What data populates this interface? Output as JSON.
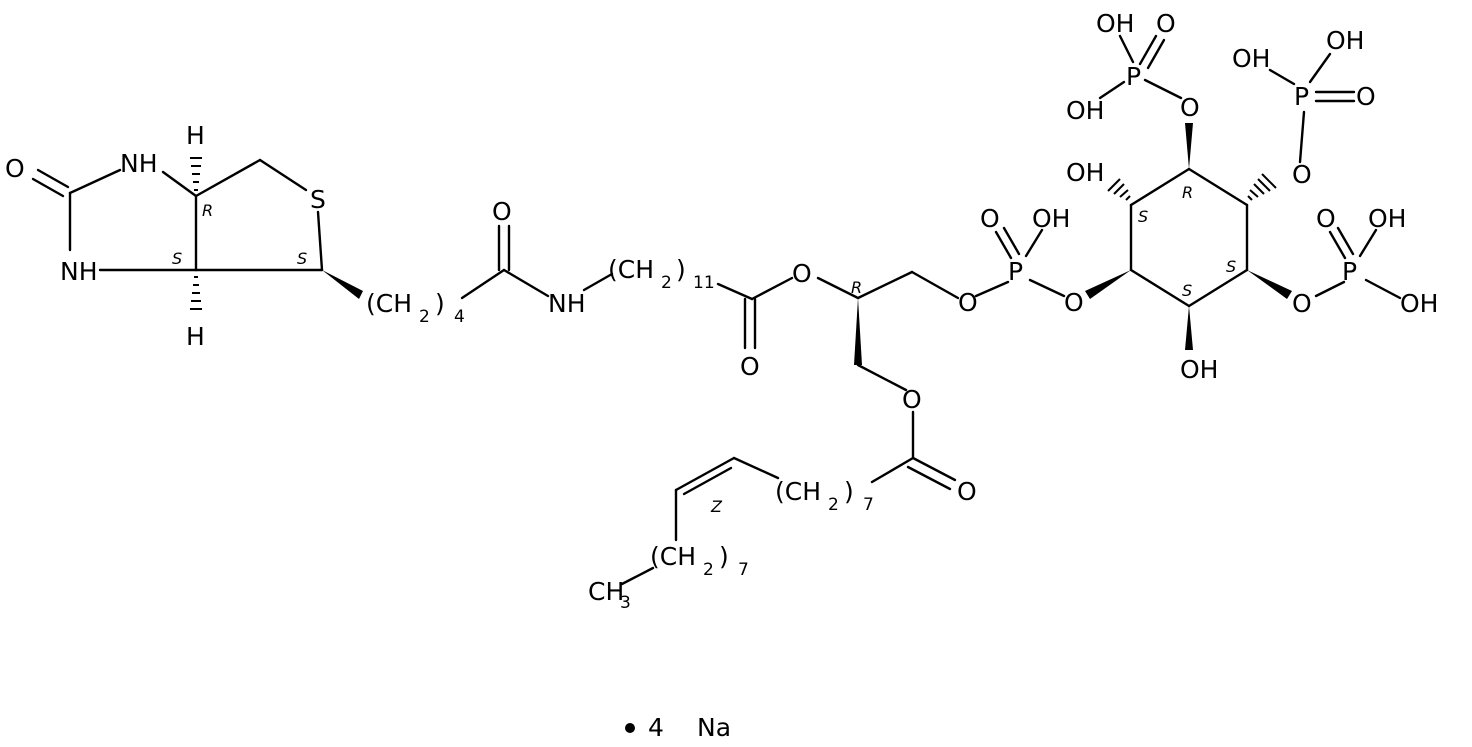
{
  "atoms": {
    "o_urea": "O",
    "nh_top": "NH",
    "nh_bot": "NH",
    "h_top": "H",
    "h_bot": "H",
    "s_ring": "S",
    "ch2": "(CH",
    "close": ")",
    "two": "2",
    "n4": "4",
    "n11": "11",
    "n7": "7",
    "o_amide": "O",
    "nh_amide": "NH",
    "o_ester1_link": "O",
    "o_ester1_co": "O",
    "o_ester2_link": "O",
    "o_ester2_co": "O",
    "ch3": "CH",
    "three": "3",
    "o_p1_link": "O",
    "o_p1_dbl": "O",
    "oh_p1": "OH",
    "p1": "P",
    "o_ino_p1": "O",
    "oh_ino_top": "OH",
    "oh_ino_bot": "OH",
    "o_p2_link": "O",
    "p2": "P",
    "oh_p2_a": "OH",
    "oh_p2_b": "OH",
    "o_p2_dbl": "O",
    "o_p3_link": "O",
    "p3": "P",
    "oh_p3_a": "OH",
    "oh_p3_b": "OH",
    "o_p3_dbl": "O",
    "o_p4_link": "O",
    "p4": "P",
    "oh_p4_a": "OH",
    "oh_p4_b": "OH",
    "o_p4_dbl": "O"
  },
  "stereo": {
    "r_biotin": "R",
    "s_biotin1": "S",
    "s_biotin2": "S",
    "r_glycerol": "R",
    "z_alkene": "Z",
    "s_ino1": "S",
    "r_ino": "R",
    "s_ino2": "S",
    "s_ino3": "S"
  },
  "salt": {
    "count": "4",
    "ion": "Na"
  }
}
